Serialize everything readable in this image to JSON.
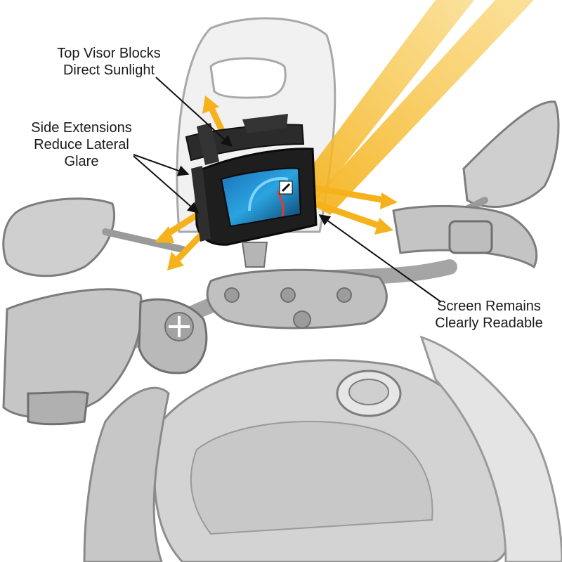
{
  "callouts": {
    "top_visor": {
      "line1": "Top Visor Blocks",
      "line2": "Direct Sunlight"
    },
    "side_extensions": {
      "line1": "Side Extensions",
      "line2": "Reduce Lateral",
      "line3": "Glare"
    },
    "screen": {
      "line1": "Screen Remains",
      "line2": "Clearly Readable"
    }
  },
  "colors": {
    "sunlight": "#f5b21c",
    "motorcycle_body": "#c9c9c9",
    "motorcycle_outline": "#8e8e8e",
    "visor": "#2b2b2b",
    "screen_accent": "#1f8fd6"
  }
}
